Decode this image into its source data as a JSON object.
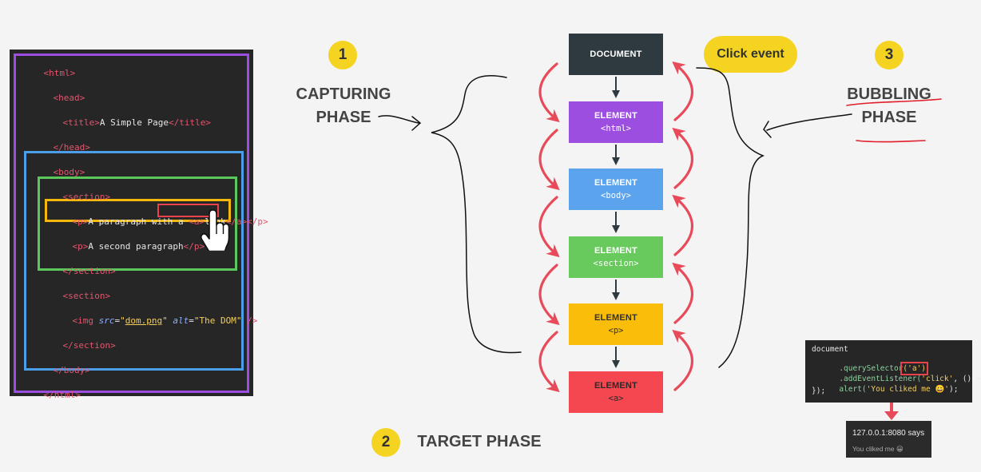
{
  "code": {
    "lines": {
      "html_open": "<html>",
      "head_open": "<head>",
      "title_open": "<title>",
      "title_text": "A Simple Page",
      "title_close": "</title>",
      "head_close": "</head>",
      "body_open": "<body>",
      "section_open": "<section>",
      "p_open": "<p>",
      "p1_text": "A paragraph with a ",
      "a_open": "<a>",
      "a_text": "link",
      "a_close": "</a>",
      "p_close": "</p>",
      "p2_text": "A second paragraph",
      "section_close": "</section>",
      "img_open": "<img ",
      "src_attr": "src",
      "eq": "=",
      "src_q1": "\"",
      "src_val": "dom.png",
      "src_q2": "\"",
      "alt_attr": "alt",
      "alt_val": "\"The DOM\"",
      "img_close": " />",
      "body_close": "</body>",
      "html_close": "</html>"
    }
  },
  "steps": {
    "step1": "1",
    "step2": "2",
    "step3": "3"
  },
  "phases": {
    "capturing_line1": "CAPTURING",
    "capturing_line2": "PHASE",
    "target": "TARGET PHASE",
    "bubbling_line1": "BUBBLING",
    "bubbling_line2": "PHASE"
  },
  "click_event": "Click event",
  "nodes": {
    "document": {
      "title": "DOCUMENT",
      "color": "#2f3a40"
    },
    "html": {
      "title": "ELEMENT",
      "sub": "<html>",
      "color": "#9b4ee0"
    },
    "body": {
      "title": "ELEMENT",
      "sub": "<body>",
      "color": "#5ba3ec"
    },
    "section": {
      "title": "ELEMENT",
      "sub": "<section>",
      "color": "#68c95d"
    },
    "p": {
      "title": "ELEMENT",
      "sub": "<p>",
      "color": "#f9bd0a"
    },
    "a": {
      "title": "ELEMENT",
      "sub": "<a>",
      "color": "#f5474f"
    }
  },
  "snippet": {
    "l1": "document",
    "l2a": "  .querySelector",
    "l2b": "('a')",
    "l3a": "  .addEventListener(",
    "l3b": "'click'",
    "l3c": ", () ⇒ {",
    "l4a": "  alert(",
    "l4b": "'You cliked me 😀'",
    "l4c": ");",
    "l5": "});"
  },
  "alert": {
    "origin": "127.0.0.1:8080 says",
    "message": "You cliked me 😀"
  },
  "colors": {
    "arrow_red": "#e84a5a",
    "html_frame": "#9b4ee0",
    "body_frame": "#4b9fe8",
    "section_frame": "#5cc75d",
    "p_frame": "#f3b70d",
    "a_frame": "#e8434a"
  }
}
